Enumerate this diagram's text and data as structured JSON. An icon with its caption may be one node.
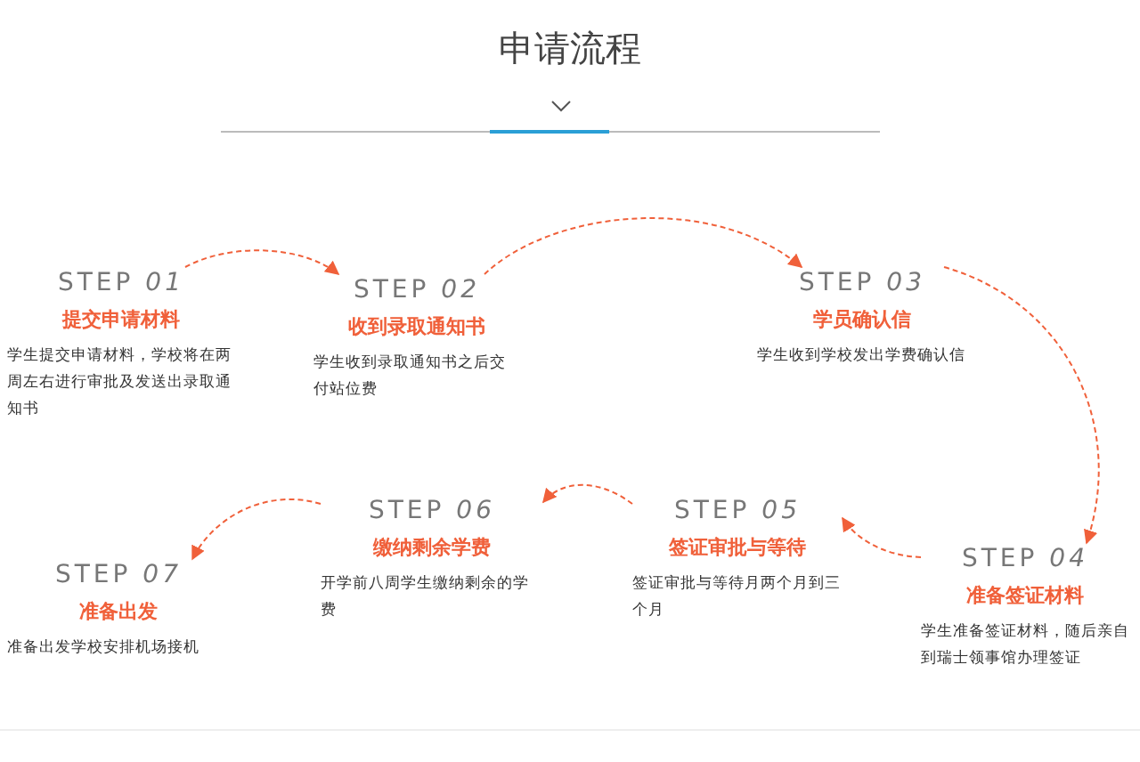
{
  "diagram": {
    "title": "申请流程",
    "nodes": [
      {
        "text": [
          "STEP *01*",
          "提交申请材料",
          "学生提交申请材料，学校将在两周左右进行审批及发送出录取通知书"
        ]
      },
      {
        "text": [
          "STEP *02*",
          "收到录取通知书",
          "学生收到录取通知书之后交付站位费"
        ]
      },
      {
        "text": [
          "STEP *03*",
          "学员确认信",
          "学生收到学校发出学费确认信"
        ]
      },
      {
        "text": [
          "STEP *04*",
          "准备签证材料",
          "学生准备签证材料，随后亲自到瑞士领事馆办理签证"
        ]
      },
      {
        "text": [
          "STEP *05*",
          "签证审批与等待",
          "签证审批与等待月两个月到三个月"
        ]
      },
      {
        "text": [
          "STEP *06*",
          "缴纳剩余学费",
          "开学前八周学生缴纳剩余的学费"
        ]
      },
      {
        "text": [
          "STEP *07*",
          "准备出发",
          "准备出发学校安排机场接机"
        ]
      }
    ],
    "edges": [
      {
        "from": 0,
        "to": 1,
        "arrow": "to",
        "style": "dashed"
      },
      {
        "from": 1,
        "to": 2,
        "arrow": "to",
        "style": "dashed"
      },
      {
        "from": 2,
        "to": 3,
        "arrow": "to",
        "style": "dashed"
      },
      {
        "from": 3,
        "to": 4,
        "arrow": "to",
        "style": "dashed"
      },
      {
        "from": 4,
        "to": 5,
        "arrow": "to",
        "style": "dashed"
      },
      {
        "from": 5,
        "to": 6,
        "arrow": "to",
        "style": "dashed"
      }
    ]
  }
}
